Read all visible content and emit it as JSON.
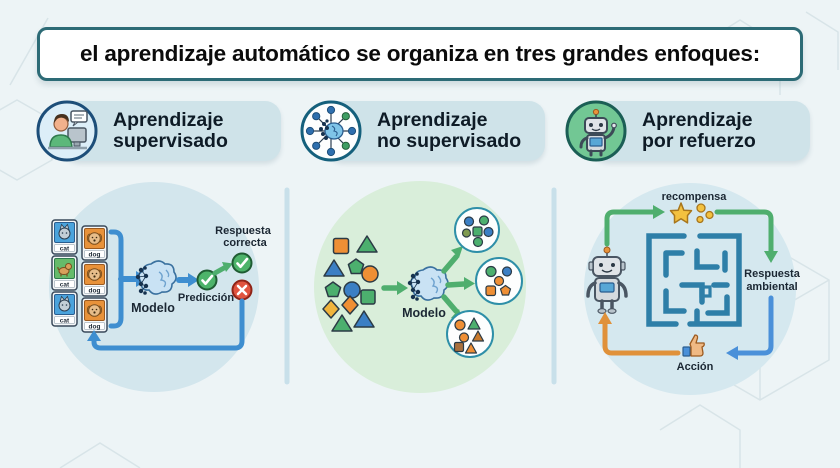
{
  "title": "el aprendizaje automático se organiza en tres grandes enfoques:",
  "approaches": [
    {
      "line1": "Aprendizaje",
      "line2": "supervisado",
      "icon": "person-computer-icon"
    },
    {
      "line1": "Aprendizaje",
      "line2": "no supervisado",
      "icon": "network-icon"
    },
    {
      "line1": "Aprendizaje",
      "line2": "por refuerzo",
      "icon": "robot-icon"
    }
  ],
  "panels": {
    "supervised": {
      "cat_label": "cat",
      "dog_label": "dog",
      "model_label": "Modelo",
      "prediction_label": "Predicción",
      "correct_line1": "Respuesta",
      "correct_line2": "correcta"
    },
    "unsupervised": {
      "model_label": "Modelo"
    },
    "reinforcement": {
      "reward_label": "recompensa",
      "environment_line1": "Respuesta",
      "environment_line2": "ambiental",
      "action_label": "Acción"
    }
  },
  "colors": {
    "accent_teal": "#2d6b76",
    "badge_bg": "#cfe3e9",
    "panel_blue": "#d3e6ed",
    "panel_green": "#d9eeda",
    "arrow_blue": "#3e8ed0",
    "arrow_green": "#4fae6e",
    "arrow_orange": "#e0913a",
    "check_green": "#4db36a",
    "error_red": "#e0543f",
    "star_yellow": "#f3c13f",
    "maze_blue": "#2e7fa8"
  }
}
